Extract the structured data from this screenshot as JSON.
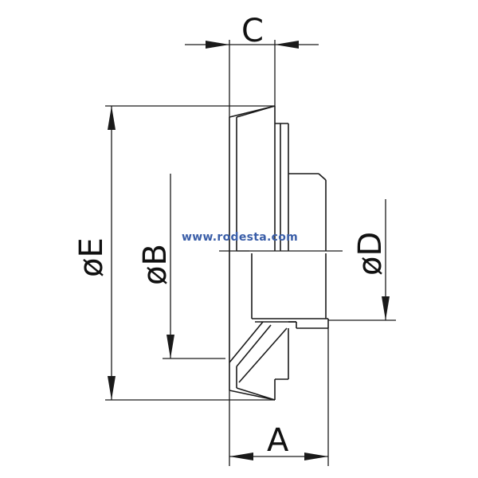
{
  "labels": {
    "dim_c": "C",
    "dim_a": "A",
    "dim_e": "øE",
    "dim_b": "øB",
    "dim_d": "øD"
  },
  "watermark": {
    "text": "www.rodesta.com",
    "color": "#3a5ea8"
  },
  "colors": {
    "line": "#1a1a1a",
    "background": "#ffffff"
  }
}
